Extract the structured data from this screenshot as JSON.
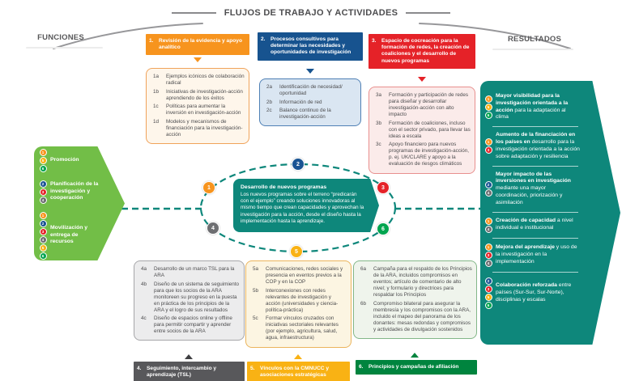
{
  "title": "FLUJOS DE TRABAJO Y ACTIVIDADES",
  "left_header": "FUNCIONES",
  "right_header": "RESULTADOS",
  "colors": {
    "workflow_1": "#F7941E",
    "workflow_2": "#17538F",
    "workflow_3": "#E52228",
    "workflow_4": "#58585B",
    "workflow_5": "#F9B214",
    "workflow_6": "#00843E",
    "teal": "#0E877B",
    "functions_green": "#72BE47"
  },
  "workflows": [
    {
      "num": "1.",
      "label": "Revisión de la evidencia y apoyo analítico",
      "items": [
        {
          "id": "1a",
          "text": "Ejemplos icónicos de colaboración radical"
        },
        {
          "id": "1b",
          "text": "Iniciativas de investigación-acción aprendiendo de los éxitos"
        },
        {
          "id": "1c",
          "text": "Políticas para aumentar la inversión en investigación-acción"
        },
        {
          "id": "1d",
          "text": "Modelos y mecanismos de financiación para la investigación-acción"
        }
      ]
    },
    {
      "num": "2.",
      "label": "Procesos consultivos para determinar las necesidades y oportunidades de investigación",
      "items": [
        {
          "id": "2a",
          "text": "Identificación de necesidad/ oportunidad"
        },
        {
          "id": "2b",
          "text": "Información de red"
        },
        {
          "id": "2c",
          "text": "Balance continuo de la investigación-acción"
        }
      ]
    },
    {
      "num": "3.",
      "label": "Espacio de cocreación para la formación de redes, la creación de coaliciones y el desarrollo de nuevos programas",
      "items": [
        {
          "id": "3a",
          "text": "Formación y participación de redes para diseñar y desarrollar investigación-acción con alto impacto"
        },
        {
          "id": "3b",
          "text": "Formación de coaliciones, incluso con el sector privado, para llevar las ideas a escala"
        },
        {
          "id": "3c",
          "text": "Apoyo financiero para nuevos programas de investigación-acción, p. ej. UK/CLARE y apoyo a la evaluación de riesgos climáticos"
        }
      ]
    },
    {
      "num": "4.",
      "label": "Seguimiento, intercambio y aprendizaje (TSL)",
      "items": [
        {
          "id": "4a",
          "text": "Desarrollo de un marco TSL para la ARA"
        },
        {
          "id": "4b",
          "text": "Diseño de un sistema de seguimiento para que los socios de la ARA monitoreen su progreso en la puesta en práctica de los principios de la ARA y el logro de sus resultados"
        },
        {
          "id": "4c",
          "text": "Diseño de espacios online y offline para permitir compartir y aprender entre socios de la ARA"
        }
      ]
    },
    {
      "num": "5.",
      "label": "Vínculos con la CMNUCC y asociaciones estratégicas",
      "items": [
        {
          "id": "5a",
          "text": "Comunicaciones, redes sociales y presencia en eventos previos a la COP y en la COP"
        },
        {
          "id": "5b",
          "text": "Interconexiones con redes relevantes de investigación y acción (universidades y ciencia-política-práctica)"
        },
        {
          "id": "5c",
          "text": "Formar vínculos cruzados con iniciativas sectoriales relevantes (por ejemplo, agricultura, salud, agua, infraestructura)"
        }
      ]
    },
    {
      "num": "6.",
      "label": "Principios y campañas de afiliación",
      "items": [
        {
          "id": "6a",
          "text": "Campaña para el respaldo de los Principios de la ARA, incluidos compromisos en eventos; artículo de comentario de alto nivel; y formulario y directrices para respaldar los Principios"
        },
        {
          "id": "6b",
          "text": "Compromiso bilateral para asegurar la membresía y los compromisos con la ARA, incluido el mapeo del panorama de los donantes: mesas redondas y compromisos y actividades de divulgación sostenidos"
        }
      ]
    }
  ],
  "functions_box": {
    "items": [
      {
        "label": "Promoción",
        "badges": [
          "1",
          "5",
          "6"
        ]
      },
      {
        "label": "Planificación de la investigación y cooperación",
        "badges": [
          "2",
          "3",
          "4"
        ]
      },
      {
        "label": "Movilización y entrega de recursos",
        "badges": [
          "1",
          "2",
          "3",
          "4",
          "5",
          "6"
        ]
      }
    ]
  },
  "results_box": {
    "items": [
      {
        "bold": "Mayor visibilidad para la investigación orientada a la acción",
        "rest": " para la adaptación al clima",
        "badges": [
          "1",
          "5",
          "6"
        ]
      },
      {
        "bold": "Aumento de la financiación en los países en",
        "rest": " desarrollo para la investigación orientada a la acción sobre adaptación y resiliencia",
        "badges": [
          "1",
          "3"
        ]
      },
      {
        "bold": "Mayor impacto de las inversiones en investigación",
        "rest": " mediante una mayor coordinación, priorización y asimilación",
        "badges": [
          "2",
          "4"
        ]
      },
      {
        "bold": "Creación de capacidad",
        "rest": " a nivel individual e institucional",
        "badges": [
          "1",
          "4"
        ]
      },
      {
        "bold": "Mejora del aprendizaje",
        "rest": " y uso de la investigación en la implementación",
        "badges": [
          "1",
          "3",
          "4"
        ]
      },
      {
        "bold": "Colaboración reforzada",
        "rest": " entre países (Sur-Sur, Sur-Norte), disciplinas y escalas",
        "badges": [
          "2",
          "3",
          "5",
          "6"
        ]
      }
    ]
  },
  "center_bubble": {
    "title": "Desarrollo de nuevos programas",
    "body": "Los nuevos programas sobre el terreno “predicarán con el ejemplo” creando soluciones innovadoras al mismo tiempo que crean capacidades y aprovechan la investigación para la acción, desde el diseño hasta la implementación hasta la aprendizaje."
  },
  "cycle": {
    "badges": [
      "1",
      "2",
      "3",
      "4",
      "5",
      "6"
    ]
  }
}
